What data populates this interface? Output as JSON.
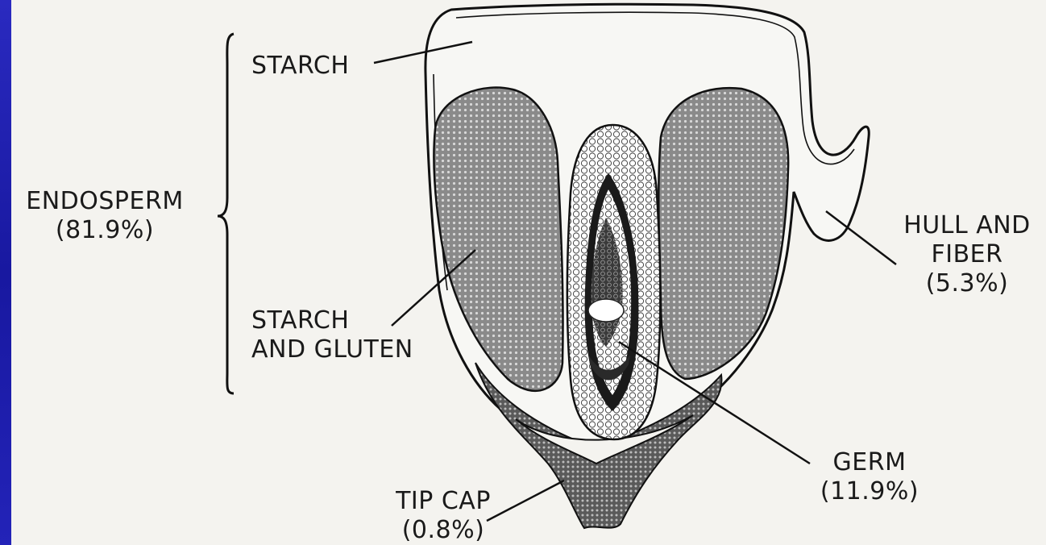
{
  "labels": {
    "starch": "STARCH",
    "endosperm": {
      "line1": "ENDOSPERM",
      "line2": "(81.9%)"
    },
    "starch_gluten": {
      "line1": "STARCH",
      "line2": "AND GLUTEN"
    },
    "hull_fiber": {
      "line1": "HULL AND",
      "line2": "FIBER",
      "line3": "(5.3%)"
    },
    "germ": {
      "line1": "GERM",
      "line2": "(11.9%)"
    },
    "tip_cap": {
      "line1": "TIP CAP",
      "line2": "(0.8%)"
    }
  }
}
